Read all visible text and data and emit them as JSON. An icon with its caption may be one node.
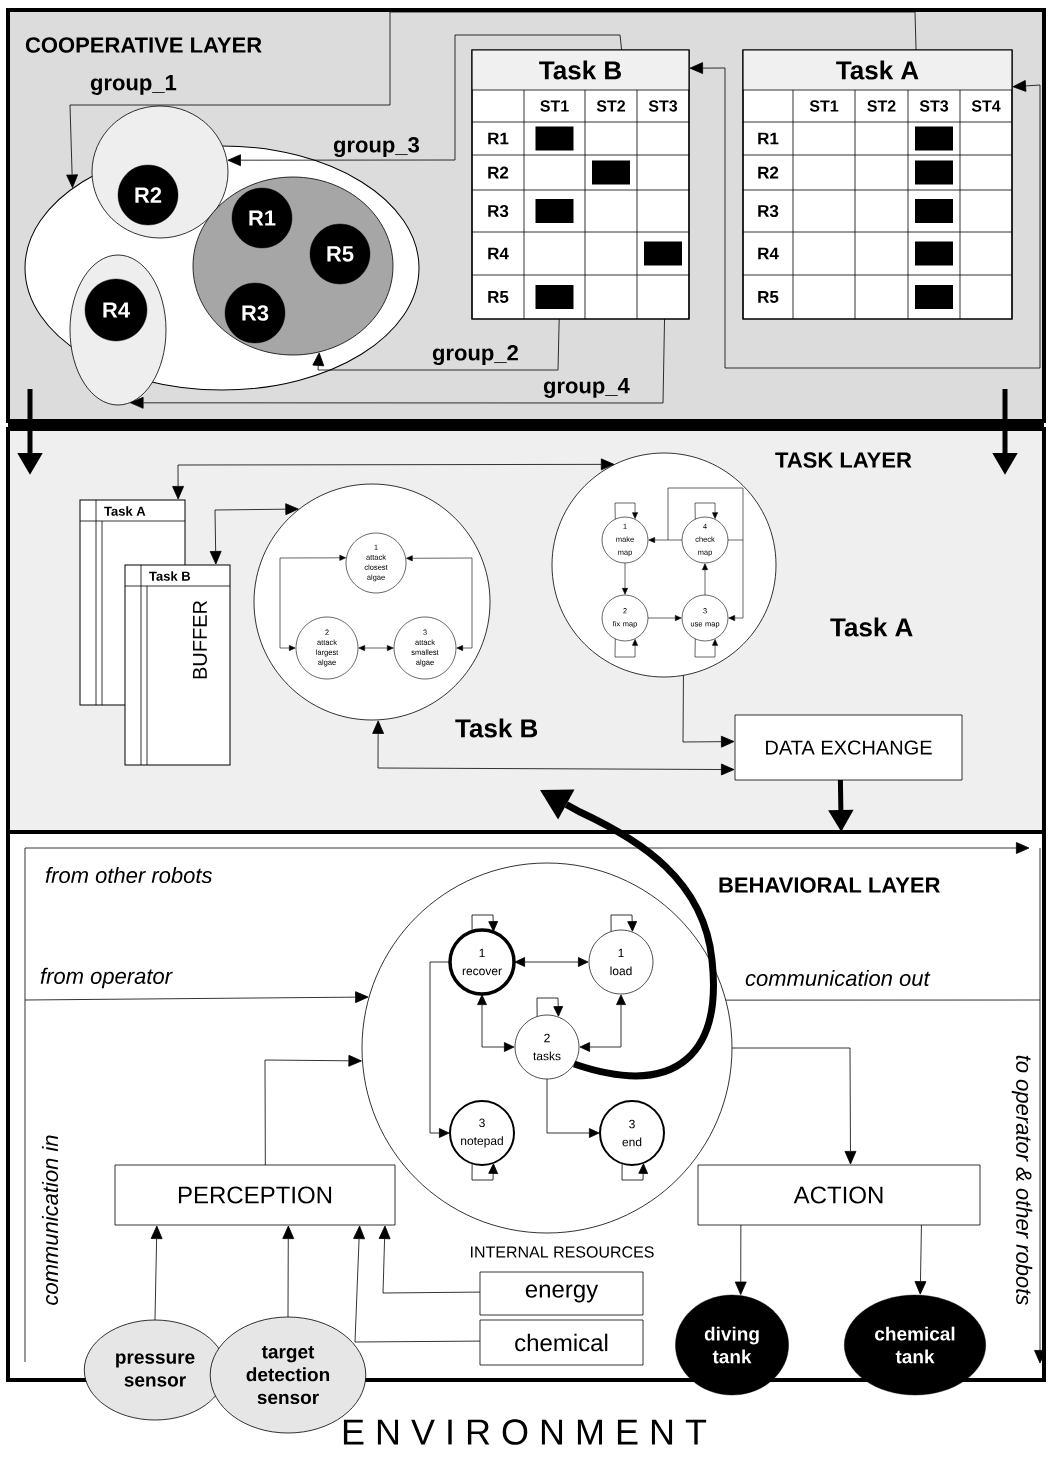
{
  "diagram": {
    "nodes": [
      {
        "text": [
          "COOPERATIVE LAYER"
        ]
      },
      {
        "text": [],
        "shape": "ellipse",
        "in": 0
      },
      {
        "text": [],
        "shape": "ellipse",
        "in": 0
      },
      {
        "text": [
          "R2"
        ]
      },
      {
        "text": [],
        "shape": "ellipse",
        "in": 1
      },
      {
        "text": [
          "R1"
        ],
        "in": 4
      },
      {
        "text": [
          "R5"
        ],
        "in": 4
      },
      {
        "text": [
          "R3"
        ],
        "in": 4
      },
      {
        "text": [],
        "shape": "ellipse",
        "in": 0
      },
      {
        "text": [
          "R4"
        ],
        "in": 8
      },
      {
        "text": [
          "Task B"
        ],
        "in": 0
      },
      {
        "text": [
          "Task A"
        ],
        "in": 0
      },
      {
        "text": [
          "TASK LAYER"
        ]
      },
      {
        "text": [
          "Task A"
        ],
        "in": 12
      },
      {
        "text": [
          "Task B",
          "BUFFER"
        ],
        "in": 12
      },
      {
        "text": [],
        "shape": "circle",
        "in": 12,
        "beside": [
          "Task B"
        ]
      },
      {
        "text": [
          "1",
          "attack closest algae"
        ],
        "in": 15
      },
      {
        "text": [
          "2",
          "attack largest algae"
        ],
        "in": 15
      },
      {
        "text": [
          "3",
          "attack smallest algae"
        ],
        "in": 15
      },
      {
        "text": [],
        "shape": "circle",
        "in": 12,
        "beside": [
          "Task A"
        ]
      },
      {
        "text": [
          "1",
          "make map"
        ],
        "in": 19
      },
      {
        "text": [
          "4",
          "check map"
        ],
        "in": 19
      },
      {
        "text": [
          "2",
          "fix map"
        ],
        "in": 19
      },
      {
        "text": [
          "3",
          "use map"
        ],
        "in": 19
      },
      {
        "text": [
          "DATA EXCHANGE"
        ],
        "in": 12
      },
      {
        "text": [
          "BEHAVIORAL LAYER"
        ]
      },
      {
        "text": [],
        "shape": "circle",
        "in": 25
      },
      {
        "text": [
          "1",
          "recover"
        ],
        "in": 26
      },
      {
        "text": [
          "1",
          "load"
        ],
        "in": 26
      },
      {
        "text": [
          "2",
          "tasks"
        ],
        "in": 26
      },
      {
        "text": [
          "3",
          "notepad"
        ],
        "in": 26
      },
      {
        "text": [
          "3",
          "end"
        ],
        "in": 26
      },
      {
        "text": [
          "PERCEPTION"
        ],
        "in": 25
      },
      {
        "text": [
          "ACTION"
        ],
        "in": 25
      },
      {
        "text": [
          "energy"
        ],
        "in": 25
      },
      {
        "text": [
          "chemical"
        ],
        "in": 25
      },
      {
        "text": [
          "pressure sensor"
        ]
      },
      {
        "text": [
          "target detection sensor"
        ]
      },
      {
        "text": [
          "diving tank"
        ]
      },
      {
        "text": [
          "chemical tank"
        ]
      }
    ],
    "edges": [
      {
        "from": 11,
        "to": 1,
        "arrow": "to",
        "label": "group_1"
      },
      {
        "from": 10,
        "to": 2,
        "arrow": "to",
        "label": "group_3"
      },
      {
        "from": 10,
        "to": 4,
        "arrow": "to",
        "label": "group_2"
      },
      {
        "from": 10,
        "to": 8,
        "arrow": "to",
        "label": "group_4"
      },
      {
        "from": 10,
        "to": 11,
        "arrow": "both"
      },
      {
        "from": 0,
        "to": 12,
        "arrow": "to",
        "style": "thick"
      },
      {
        "from": 0,
        "to": 12,
        "arrow": "to",
        "style": "thick"
      },
      {
        "from": 13,
        "to": 19,
        "arrow": "both"
      },
      {
        "from": 14,
        "to": 15,
        "arrow": "both"
      },
      {
        "from": 19,
        "to": 24,
        "arrow": "to"
      },
      {
        "from": 15,
        "to": 24,
        "arrow": "both"
      },
      {
        "from": 24,
        "to": 25,
        "arrow": "to",
        "style": "thick"
      },
      {
        "from": 16,
        "to": 17,
        "arrow": "both"
      },
      {
        "from": 16,
        "to": 18,
        "arrow": "both"
      },
      {
        "from": 17,
        "to": 18,
        "arrow": "both"
      },
      {
        "from": 20,
        "to": 22,
        "arrow": "to"
      },
      {
        "from": 22,
        "to": 23,
        "arrow": "to"
      },
      {
        "from": 23,
        "to": 21,
        "arrow": "to"
      },
      {
        "from": 21,
        "to": 20,
        "arrow": "to"
      },
      {
        "from": 21,
        "to": 23,
        "arrow": "to"
      },
      {
        "from": 20,
        "to": 20,
        "arrow": "to"
      },
      {
        "from": 21,
        "to": 21,
        "arrow": "to"
      },
      {
        "from": 22,
        "to": 22,
        "arrow": "to"
      },
      {
        "from": 23,
        "to": 23,
        "arrow": "to"
      },
      {
        "from": 27,
        "to": 28,
        "arrow": "both"
      },
      {
        "from": 27,
        "to": 29,
        "arrow": "both"
      },
      {
        "from": 28,
        "to": 29,
        "arrow": "both"
      },
      {
        "from": 27,
        "to": 30,
        "arrow": "to"
      },
      {
        "from": 29,
        "to": 31,
        "arrow": "to"
      },
      {
        "from": 27,
        "to": 27,
        "arrow": "to"
      },
      {
        "from": 28,
        "to": 28,
        "arrow": "to"
      },
      {
        "from": 29,
        "to": 29,
        "arrow": "to"
      },
      {
        "from": 30,
        "to": 30,
        "arrow": "to"
      },
      {
        "from": 31,
        "to": 31,
        "arrow": "to"
      },
      {
        "from": 32,
        "to": 26,
        "arrow": "to"
      },
      {
        "from": null,
        "to": 26,
        "arrow": "to",
        "label": "from operator"
      },
      {
        "from": 26,
        "to": null,
        "arrow": "none",
        "label": "communication out"
      },
      {
        "from": 26,
        "to": 33,
        "arrow": "to"
      },
      {
        "from": 33,
        "to": 38,
        "arrow": "to"
      },
      {
        "from": 33,
        "to": 39,
        "arrow": "to"
      },
      {
        "from": 36,
        "to": 32,
        "arrow": "to"
      },
      {
        "from": 37,
        "to": 32,
        "arrow": "to"
      },
      {
        "from": 34,
        "to": 32,
        "arrow": "to"
      },
      {
        "from": 35,
        "to": 32,
        "arrow": "to"
      },
      {
        "from": 29,
        "to": 12,
        "arrow": "to",
        "style": "thick"
      }
    ],
    "labels": [
      "ST1",
      "ST2",
      "ST3",
      "R1",
      "R2",
      "R3",
      "R4",
      "R5",
      "ST1",
      "ST2",
      "ST3",
      "ST4",
      "R1",
      "R2",
      "R3",
      "R4",
      "R5",
      "from other robots",
      "communication in",
      "INTERNAL RESOURCES",
      "to operator & other robots",
      "E N V I R O N M E N T"
    ]
  }
}
